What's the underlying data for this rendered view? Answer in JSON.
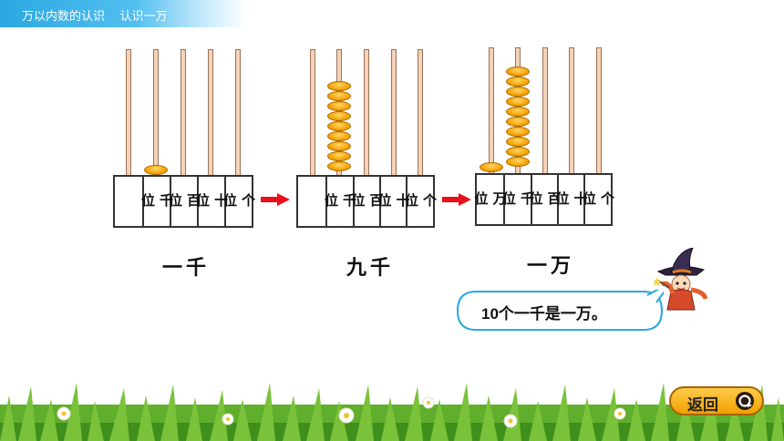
{
  "header": {
    "title": "万以内数的认识    认识一万"
  },
  "abacuses": [
    {
      "id": "thousand",
      "labels": [
        "",
        "千\n位",
        "百\n位",
        "十\n位",
        "个\n位"
      ],
      "beads": [
        0,
        1,
        0,
        0,
        0
      ],
      "caption": "一千"
    },
    {
      "id": "nine_thousand",
      "labels": [
        "",
        "千\n位",
        "百\n位",
        "十\n位",
        "个\n位"
      ],
      "beads": [
        0,
        9,
        0,
        0,
        0
      ],
      "caption": "九千"
    },
    {
      "id": "ten_thousand",
      "labels": [
        "万\n位",
        "千\n位",
        "百\n位",
        "十\n位",
        "个\n位"
      ],
      "beads": [
        1,
        10,
        0,
        0,
        0
      ],
      "caption": "一万"
    }
  ],
  "speech": {
    "text": "10个一千是一万。"
  },
  "nav": {
    "back_label": "返回"
  },
  "colors": {
    "header": "#2aa8e0",
    "bead": "#f5a300",
    "arrow": "#e8101a",
    "button": "#f2a000"
  },
  "icons": {
    "arrow": "red-arrow-icon",
    "wizard": "wizard-icon",
    "back": "refresh-icon"
  }
}
